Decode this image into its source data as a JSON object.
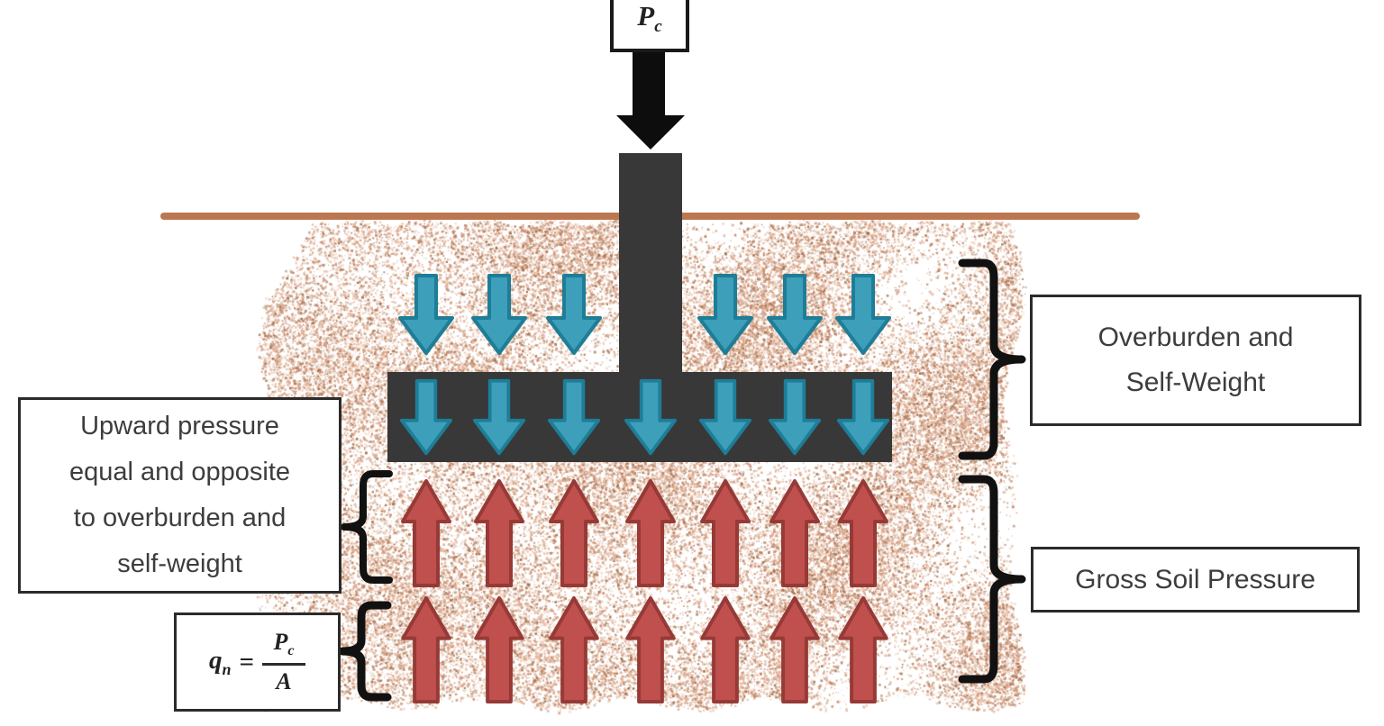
{
  "diagram": {
    "load_label": {
      "base": "P",
      "sub": "c"
    },
    "left_box": {
      "lines": [
        "Upward pressure",
        "equal and opposite",
        "to overburden and",
        "self-weight"
      ]
    },
    "overburden_box": {
      "lines": [
        "Overburden and",
        "Self-Weight"
      ]
    },
    "gross_soil_box": {
      "label": "Gross Soil Pressure"
    },
    "formula": {
      "lhs_base": "q",
      "lhs_sub": "n",
      "equals": "=",
      "numerator_base": "P",
      "numerator_sub": "c",
      "denominator": "A"
    }
  },
  "icons": {
    "applied_load_arrow": "thick-black-down-arrow",
    "overburden_arrows": "teal-down-arrow",
    "footing_arrows": "teal-down-arrow",
    "soil_pressure_arrows": "red-up-arrow"
  },
  "colors": {
    "ground_line": "#bc7750",
    "structure": "#383838",
    "load_arrow": "#0d0d0d",
    "down_arrow_fill": "#3d9fba",
    "down_arrow_stroke": "#1e7d97",
    "up_arrow_fill": "#c0504d",
    "up_arrow_stroke": "#963a37",
    "brace": "#111111",
    "box_border": "#2b2b2b",
    "box_background": "#ffffff",
    "text": "#3d3d3d",
    "soil_speckles": [
      "#c98a68",
      "#d9a285",
      "#b87a57",
      "#e8c0a8",
      "#9e6844",
      "#e2ab8d"
    ]
  }
}
